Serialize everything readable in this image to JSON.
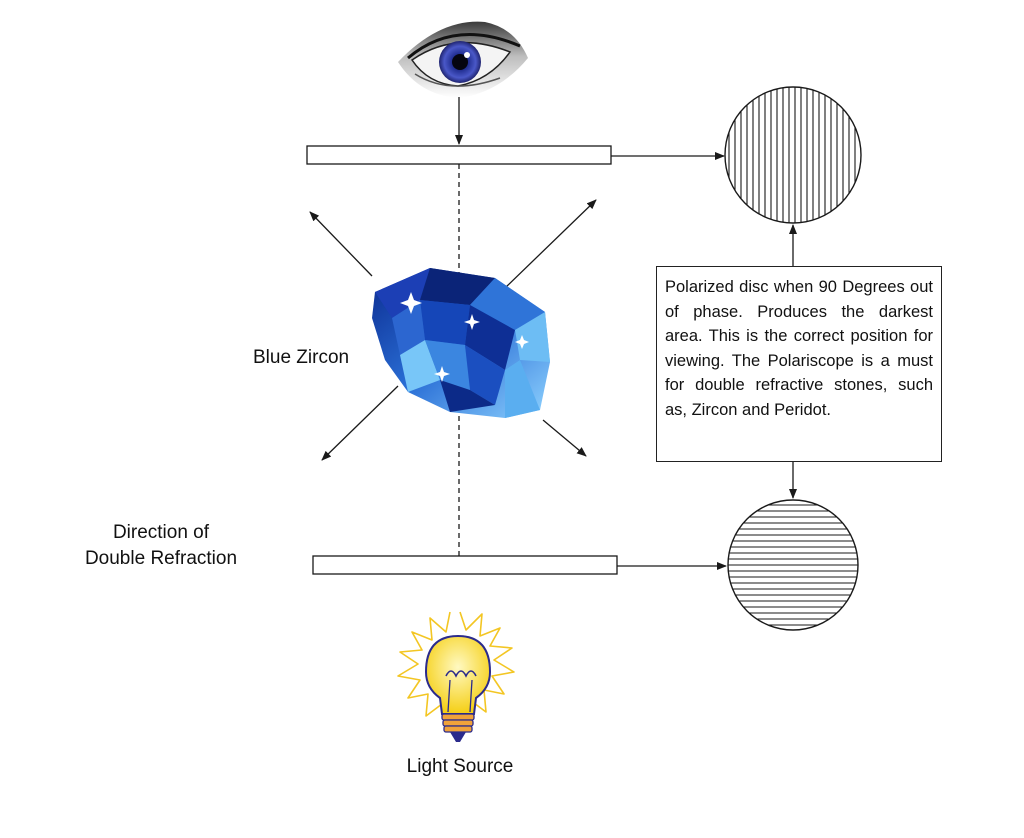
{
  "labels": {
    "gem": "Blue Zircon",
    "direction_line1": "Direction of",
    "direction_line2": "Double Refraction",
    "light": "Light Source"
  },
  "note": {
    "text": "Polarized disc when 90 Degrees out of phase. Produces the darkest area. This is the correct position for viewing. The Polariscope is a must for double refractive stones, such as, Zircon and Peridot."
  },
  "colors": {
    "line": "#1a1a1a",
    "gem_dark": "#0d2a8a",
    "gem_light": "#5ab0f0",
    "bulb_yellow": "#f7d51e",
    "bulb_outline": "#2b2b8c",
    "rays": "#f3c623",
    "iris": "#3e47a8"
  },
  "icons": [
    "eye-icon",
    "gem-icon",
    "light-bulb-icon"
  ]
}
